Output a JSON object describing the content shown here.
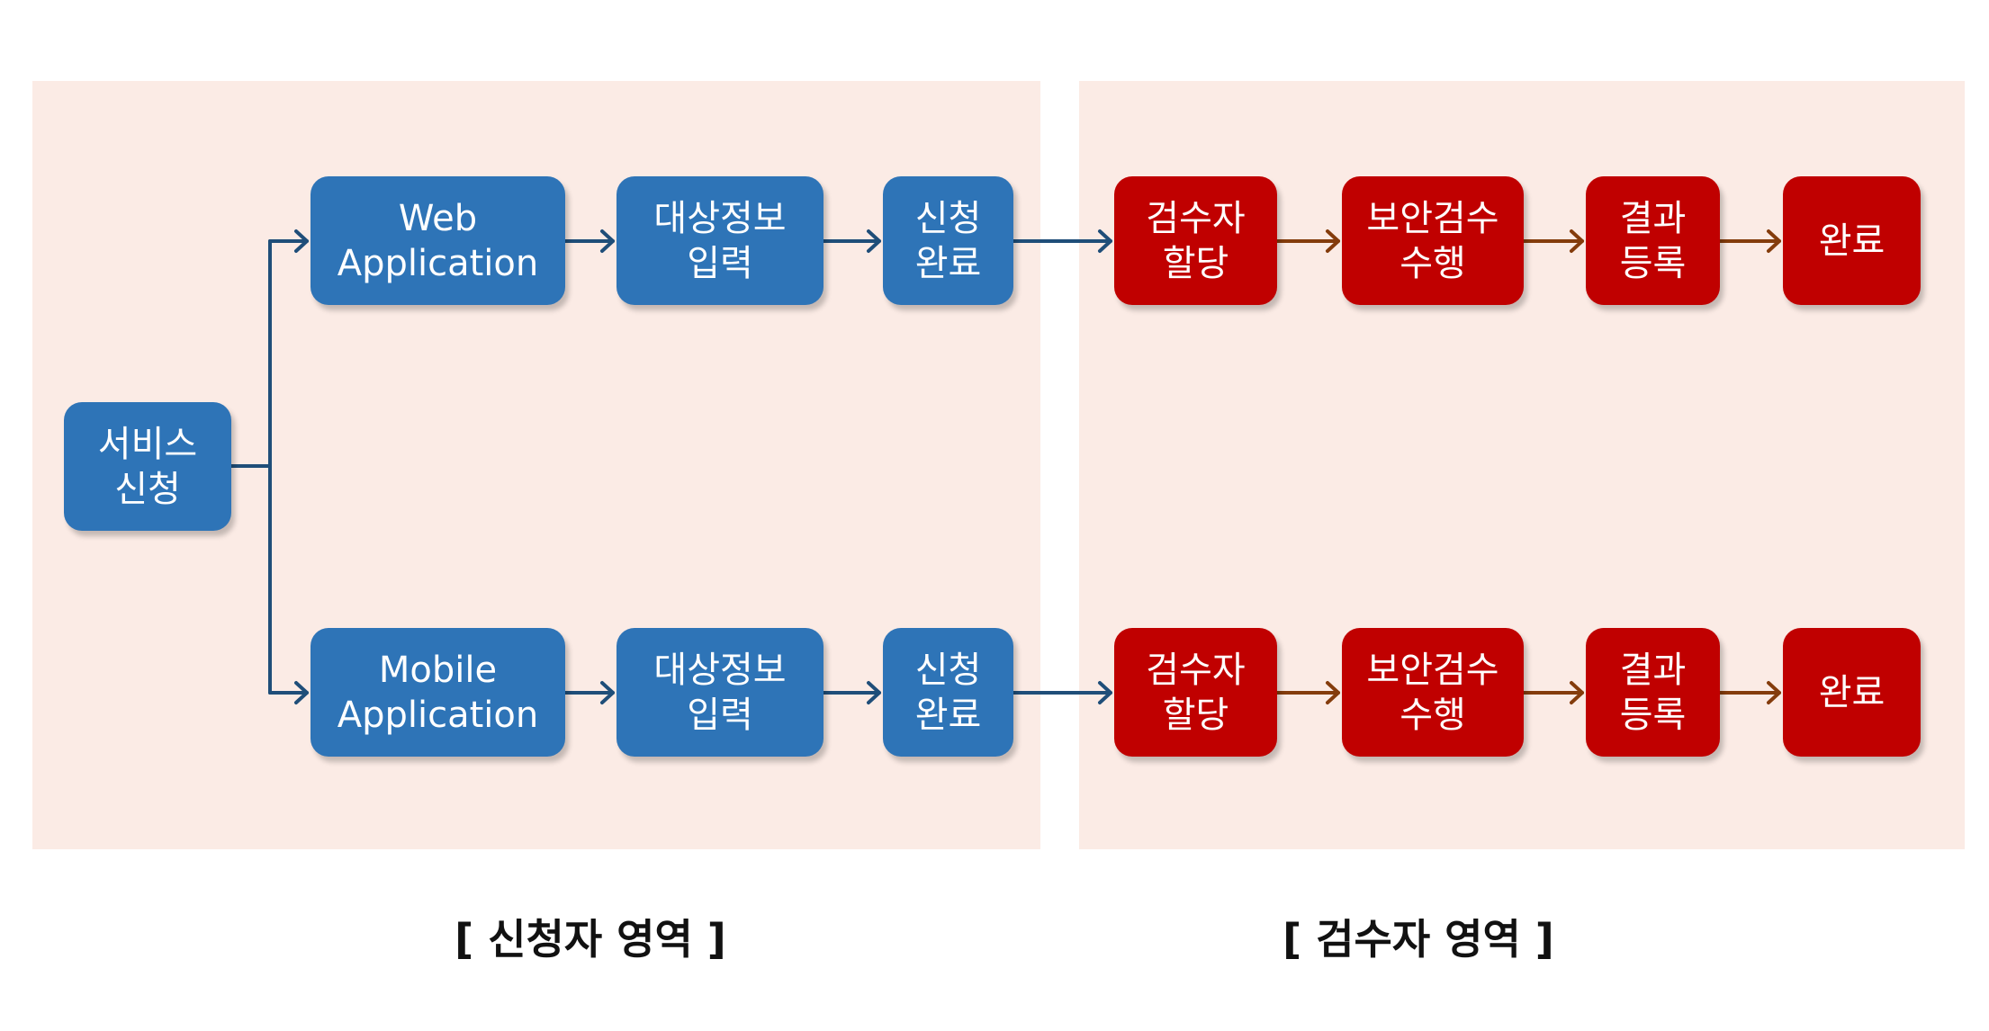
{
  "colors": {
    "area_bg": "#fbebe5",
    "applicant_box": "#2e74b7",
    "reviewer_box": "#c00000",
    "applicant_arrow": "#1f4e79",
    "reviewer_arrow": "#843c0c"
  },
  "areas": {
    "applicant_label": "[ 신청자 영역 ]",
    "reviewer_label": "[ 검수자 영역 ]"
  },
  "nodes": {
    "service_request": [
      "서비스",
      "신청"
    ],
    "web_application": [
      "Web",
      "Application"
    ],
    "web_target_input": [
      "대상정보",
      "입력"
    ],
    "web_request_done": [
      "신청",
      "완료"
    ],
    "web_assign": [
      "검수자",
      "할당"
    ],
    "web_review": [
      "보안검수",
      "수행"
    ],
    "web_result": [
      "결과",
      "등록"
    ],
    "web_complete": [
      "완료"
    ],
    "mobile_application": [
      "Mobile",
      "Application"
    ],
    "mobile_target_input": [
      "대상정보",
      "입력"
    ],
    "mobile_request_done": [
      "신청",
      "완료"
    ],
    "mobile_assign": [
      "검수자",
      "할당"
    ],
    "mobile_review": [
      "보안검수",
      "수행"
    ],
    "mobile_result": [
      "결과",
      "등록"
    ],
    "mobile_complete": [
      "완료"
    ]
  }
}
